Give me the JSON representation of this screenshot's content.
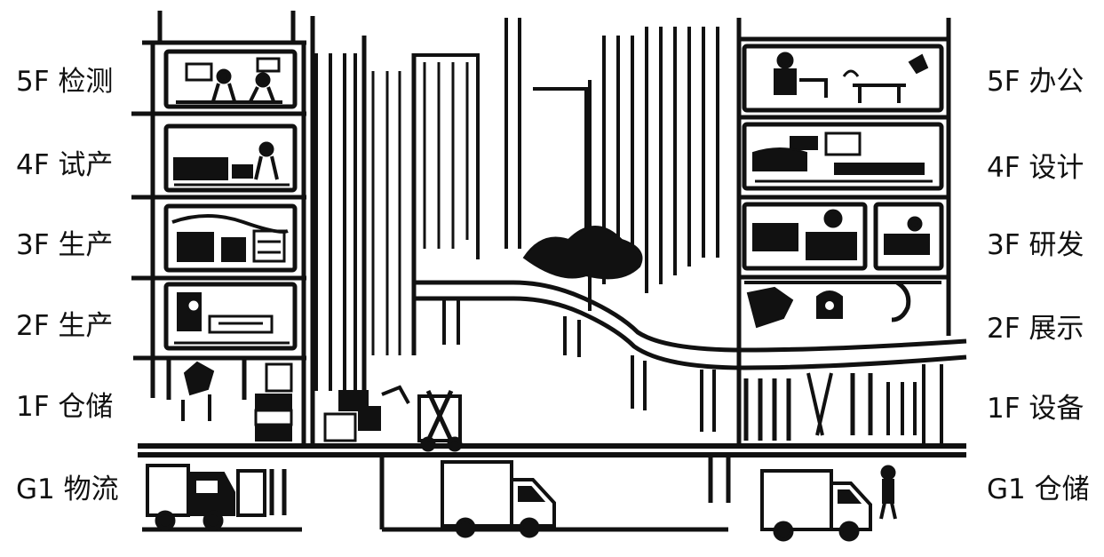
{
  "left_floors": [
    {
      "label": "5F 检测"
    },
    {
      "label": "4F 试产"
    },
    {
      "label": "3F 生产"
    },
    {
      "label": "2F 生产"
    },
    {
      "label": "1F 仓储"
    },
    {
      "label": "G1 物流"
    }
  ],
  "right_floors": [
    {
      "label": "5F 办公"
    },
    {
      "label": "4F 设计"
    },
    {
      "label": "3F 研发"
    },
    {
      "label": "2F 展示"
    },
    {
      "label": "1F 设备"
    },
    {
      "label": "G1 仓储"
    }
  ],
  "colors": {
    "ink": "#111111",
    "background": "#ffffff"
  }
}
